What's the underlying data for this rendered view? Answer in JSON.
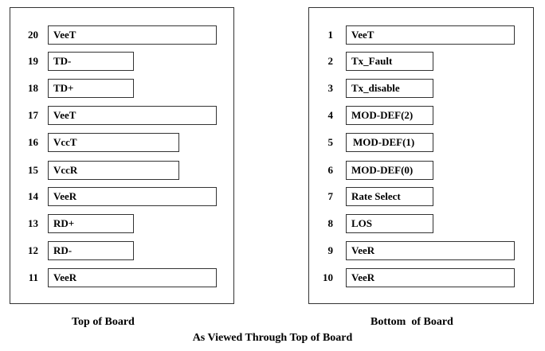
{
  "panels": {
    "top": {
      "caption": "Top of Board",
      "pins": [
        {
          "num": "20",
          "label": "VeeT"
        },
        {
          "num": "19",
          "label": "TD-"
        },
        {
          "num": "18",
          "label": "TD+"
        },
        {
          "num": "17",
          "label": "VeeT"
        },
        {
          "num": "16",
          "label": "VccT"
        },
        {
          "num": "15",
          "label": "VccR"
        },
        {
          "num": "14",
          "label": "VeeR"
        },
        {
          "num": "13",
          "label": "RD+"
        },
        {
          "num": "12",
          "label": "RD-"
        },
        {
          "num": "11",
          "label": "VeeR"
        }
      ]
    },
    "bottom": {
      "caption": "Bottom  of Board",
      "pins": [
        {
          "num": "1",
          "label": "VeeT"
        },
        {
          "num": "2",
          "label": "Tx_Fault"
        },
        {
          "num": "3",
          "label": "Tx_disable"
        },
        {
          "num": "4",
          "label": "MOD-DEF(2)"
        },
        {
          "num": "5",
          "label": "MOD-DEF(1)"
        },
        {
          "num": "6",
          "label": "MOD-DEF(0)"
        },
        {
          "num": "7",
          "label": "Rate Select"
        },
        {
          "num": "8",
          "label": "LOS"
        },
        {
          "num": "9",
          "label": "VeeR"
        },
        {
          "num": "10",
          "label": "VeeR"
        }
      ]
    }
  },
  "caption": "As Viewed Through Top of Board"
}
